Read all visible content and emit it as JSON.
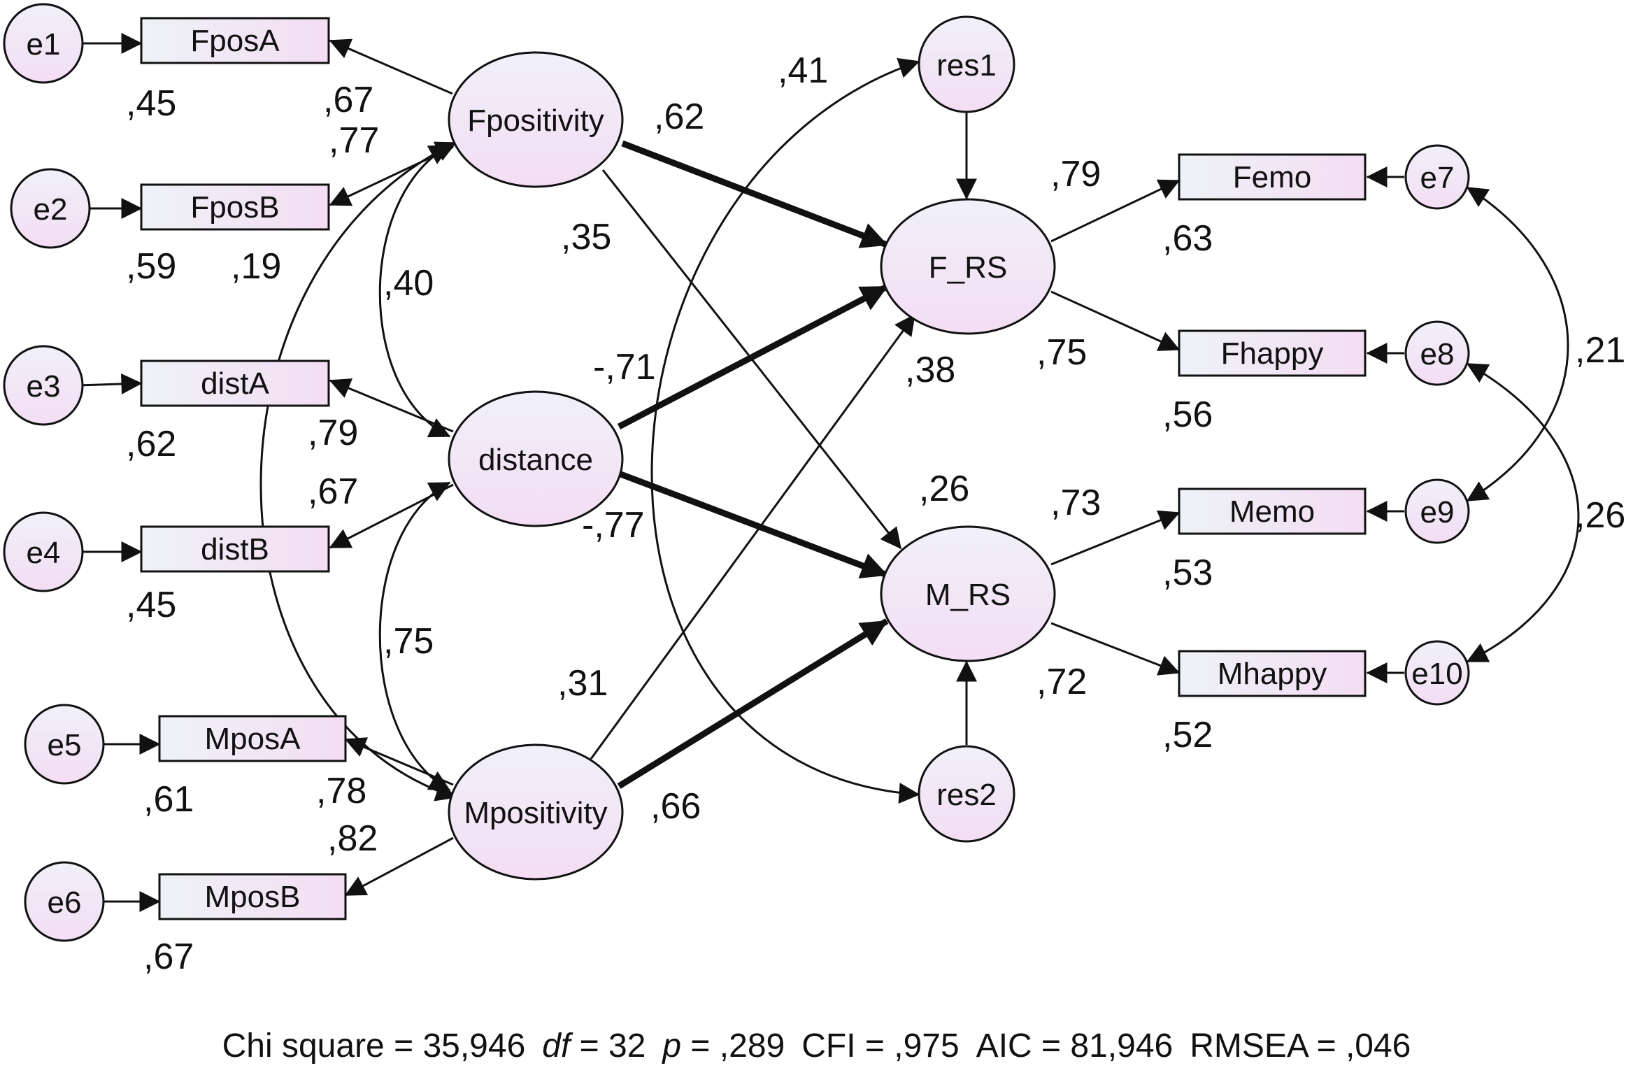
{
  "diagram": {
    "latents": {
      "fpositivity": "Fpositivity",
      "distance": "distance",
      "mpositivity": "Mpositivity",
      "f_rs": "F_RS",
      "m_rs": "M_RS"
    },
    "indicators": {
      "fposa": "FposA",
      "fposb": "FposB",
      "dista": "distA",
      "distb": "distB",
      "mposa": "MposA",
      "mposb": "MposB",
      "femo": "Femo",
      "fhappy": "Fhappy",
      "memo": "Memo",
      "mhappy": "Mhappy"
    },
    "errors": {
      "e1": "e1",
      "e2": "e2",
      "e3": "e3",
      "e4": "e4",
      "e5": "e5",
      "e6": "e6",
      "e7": "e7",
      "e8": "e8",
      "e9": "e9",
      "e10": "e10",
      "res1": "res1",
      "res2": "res2"
    },
    "coefficients": {
      "r2_fposa": ",45",
      "load_fposa": ",67",
      "load_fposb": ",77",
      "r2_fposb": ",59",
      "cov_fpos_mpos": ",19",
      "cov_fpos_dist": ",40",
      "path_fpos_frs": ",62",
      "path_fpos_mrs": ",35",
      "r2_dista": ",62",
      "load_dista": ",79",
      "load_distb": ",67",
      "r2_distb": ",45",
      "path_dist_frs": "-,71",
      "path_dist_mrs": "-,77",
      "cov_dist_mpos": ",75",
      "path_mpos_frs": ",31",
      "path_mpos_mrs": ",66",
      "r2_mposa": ",61",
      "load_mposa": ",78",
      "load_mposb": ",82",
      "r2_mposb": ",67",
      "cov_res": ",41",
      "r2_frs": ",38",
      "r2_mrs": ",26",
      "load_femo": ",79",
      "r2_femo": ",63",
      "load_fhappy": ",75",
      "r2_fhappy": ",56",
      "load_memo": ",73",
      "r2_memo": ",53",
      "load_mhappy": ",72",
      "r2_mhappy": ",52",
      "cov_e7_e9": ",21",
      "cov_e8_e10": ",26"
    }
  },
  "fit": {
    "chi_label": "Chi square = 35,946",
    "df_symbol": "df",
    "df_value": " = 32",
    "p_symbol": "p",
    "p_value": " = ,289",
    "cfi": "CFI = ,975",
    "aic": "AIC = 81,946",
    "rmsea": "RMSEA = ,046"
  },
  "colors": {
    "node_fill_top": "#f0f0fa",
    "node_fill_bottom": "#f3ddf3",
    "line": "#111111"
  }
}
